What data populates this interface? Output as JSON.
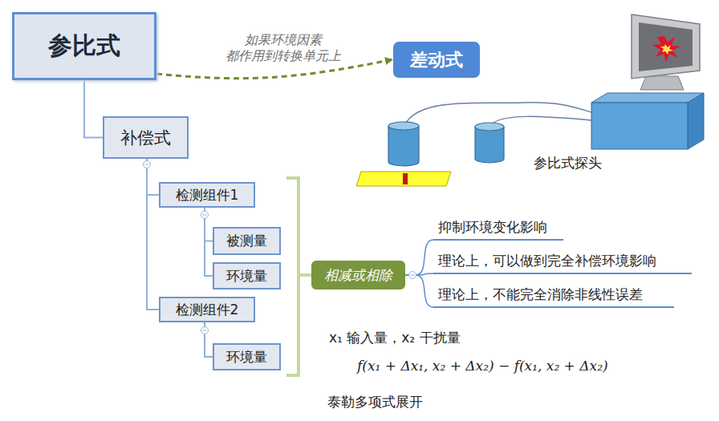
{
  "diagram": {
    "nodes": [
      {
        "text": [
          "参比式"
        ]
      },
      {
        "text": [
          "差动式"
        ]
      },
      {
        "text": [
          "补偿式"
        ]
      },
      {
        "text": [
          "检测组件1"
        ]
      },
      {
        "text": [
          "被测量"
        ]
      },
      {
        "text": [
          "环境量"
        ]
      },
      {
        "text": [
          "检测组件2"
        ]
      },
      {
        "text": [
          "环境量"
        ]
      },
      {
        "text": [
          "相减或相除"
        ]
      },
      {
        "text": [
          "抑制环境变化影响"
        ]
      },
      {
        "text": [
          "理论上，可以做到完全补偿环境影响"
        ]
      },
      {
        "text": [
          "理论上，不能完全消除非线性误差"
        ]
      }
    ],
    "edges": [
      {
        "from": 0,
        "to": 1,
        "arrow": "to",
        "label": "如果环境因素 都作用到转换单元上"
      },
      {
        "from": 0,
        "to": 2,
        "arrow": "none"
      },
      {
        "from": 2,
        "to": 3,
        "arrow": "none"
      },
      {
        "from": 2,
        "to": 6,
        "arrow": "none"
      },
      {
        "from": 3,
        "to": 4,
        "arrow": "none"
      },
      {
        "from": 3,
        "to": 5,
        "arrow": "none"
      },
      {
        "from": 6,
        "to": 7,
        "arrow": "none"
      },
      {
        "from": 8,
        "to": 9,
        "arrow": "none"
      },
      {
        "from": 8,
        "to": 10,
        "arrow": "none"
      },
      {
        "from": 8,
        "to": 11,
        "arrow": "none"
      }
    ],
    "labels": [
      "参比式探头",
      "x₁ 输入量，x₂ 干扰量",
      "f(x₁ + Δx₁, x₂ + Δx₂) − f(x₁, x₂ + Δx₂)",
      "泰勒多项式展开"
    ]
  }
}
